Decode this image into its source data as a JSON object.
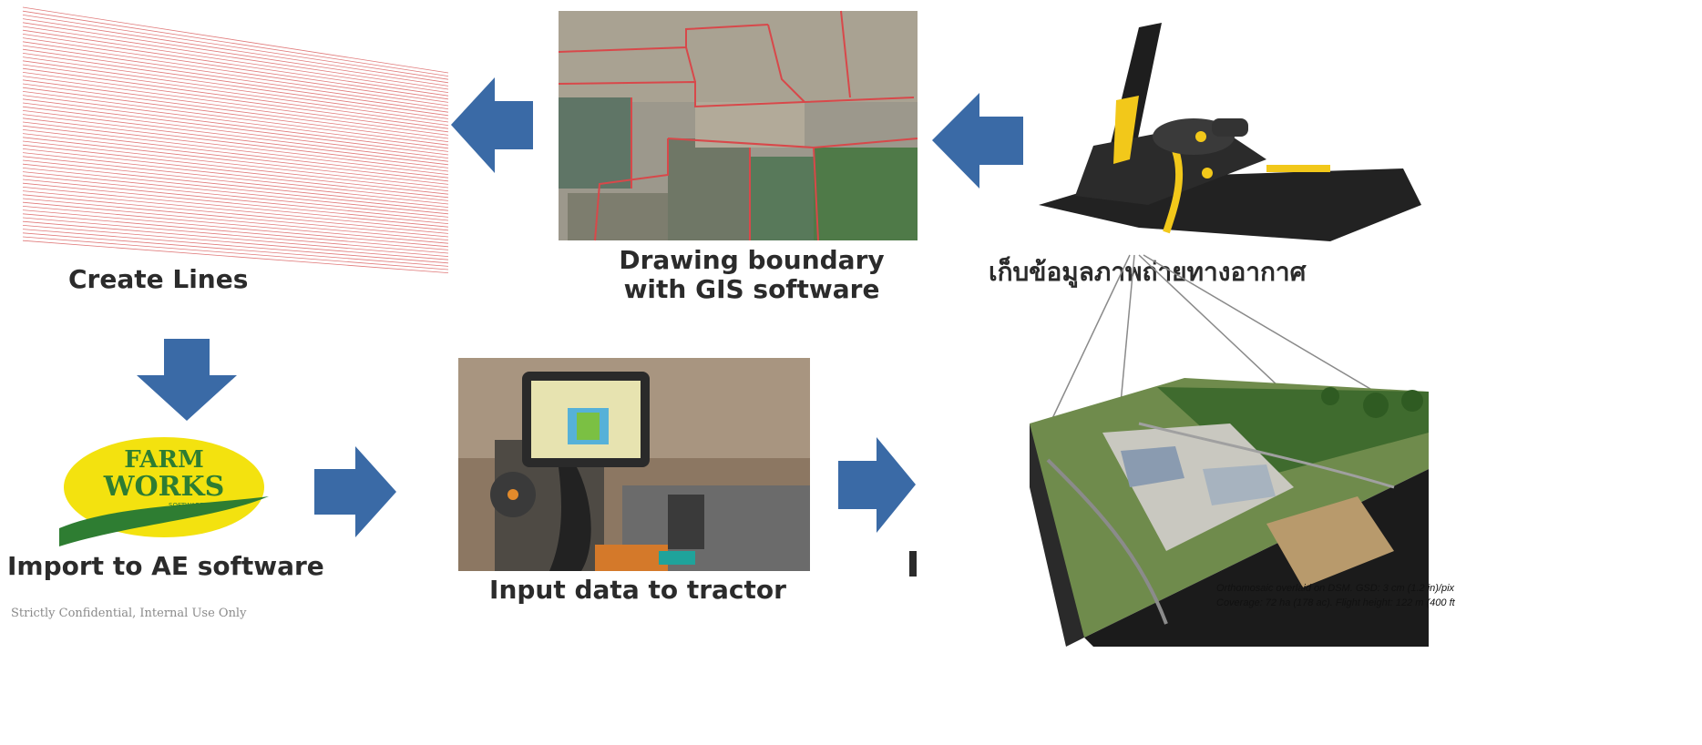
{
  "slide": {
    "steps": {
      "create_lines": "Create Lines",
      "drawing_boundary": [
        "Drawing boundary",
        "with GIS software"
      ],
      "aerial_capture": "เก็บข้อมูลภาพถ่ายทางอากาศ",
      "import_ae": "Import to AE software",
      "input_tractor": "Input data to tractor"
    },
    "farmworks_logo": {
      "line1": "FARM",
      "line2": "WORKS",
      "line3": "SOFTWARE"
    },
    "footer": "Strictly Confidential, Internal Use Only",
    "map_caption": [
      "Orthomosaic overlaid on DSM. GSD: 3 cm (1.2 in)/pix",
      "Coverage: 72 ha (178 ac). Flight height: 122 m (400 ft"
    ],
    "colors": {
      "arrow": "#3a6aa6",
      "lines": "#e07a7a",
      "logo_yellow": "#f3e20f",
      "logo_green": "#2e7d32"
    },
    "icons": [
      "arrow-left-icon",
      "arrow-down-icon",
      "arrow-right-icon"
    ]
  }
}
